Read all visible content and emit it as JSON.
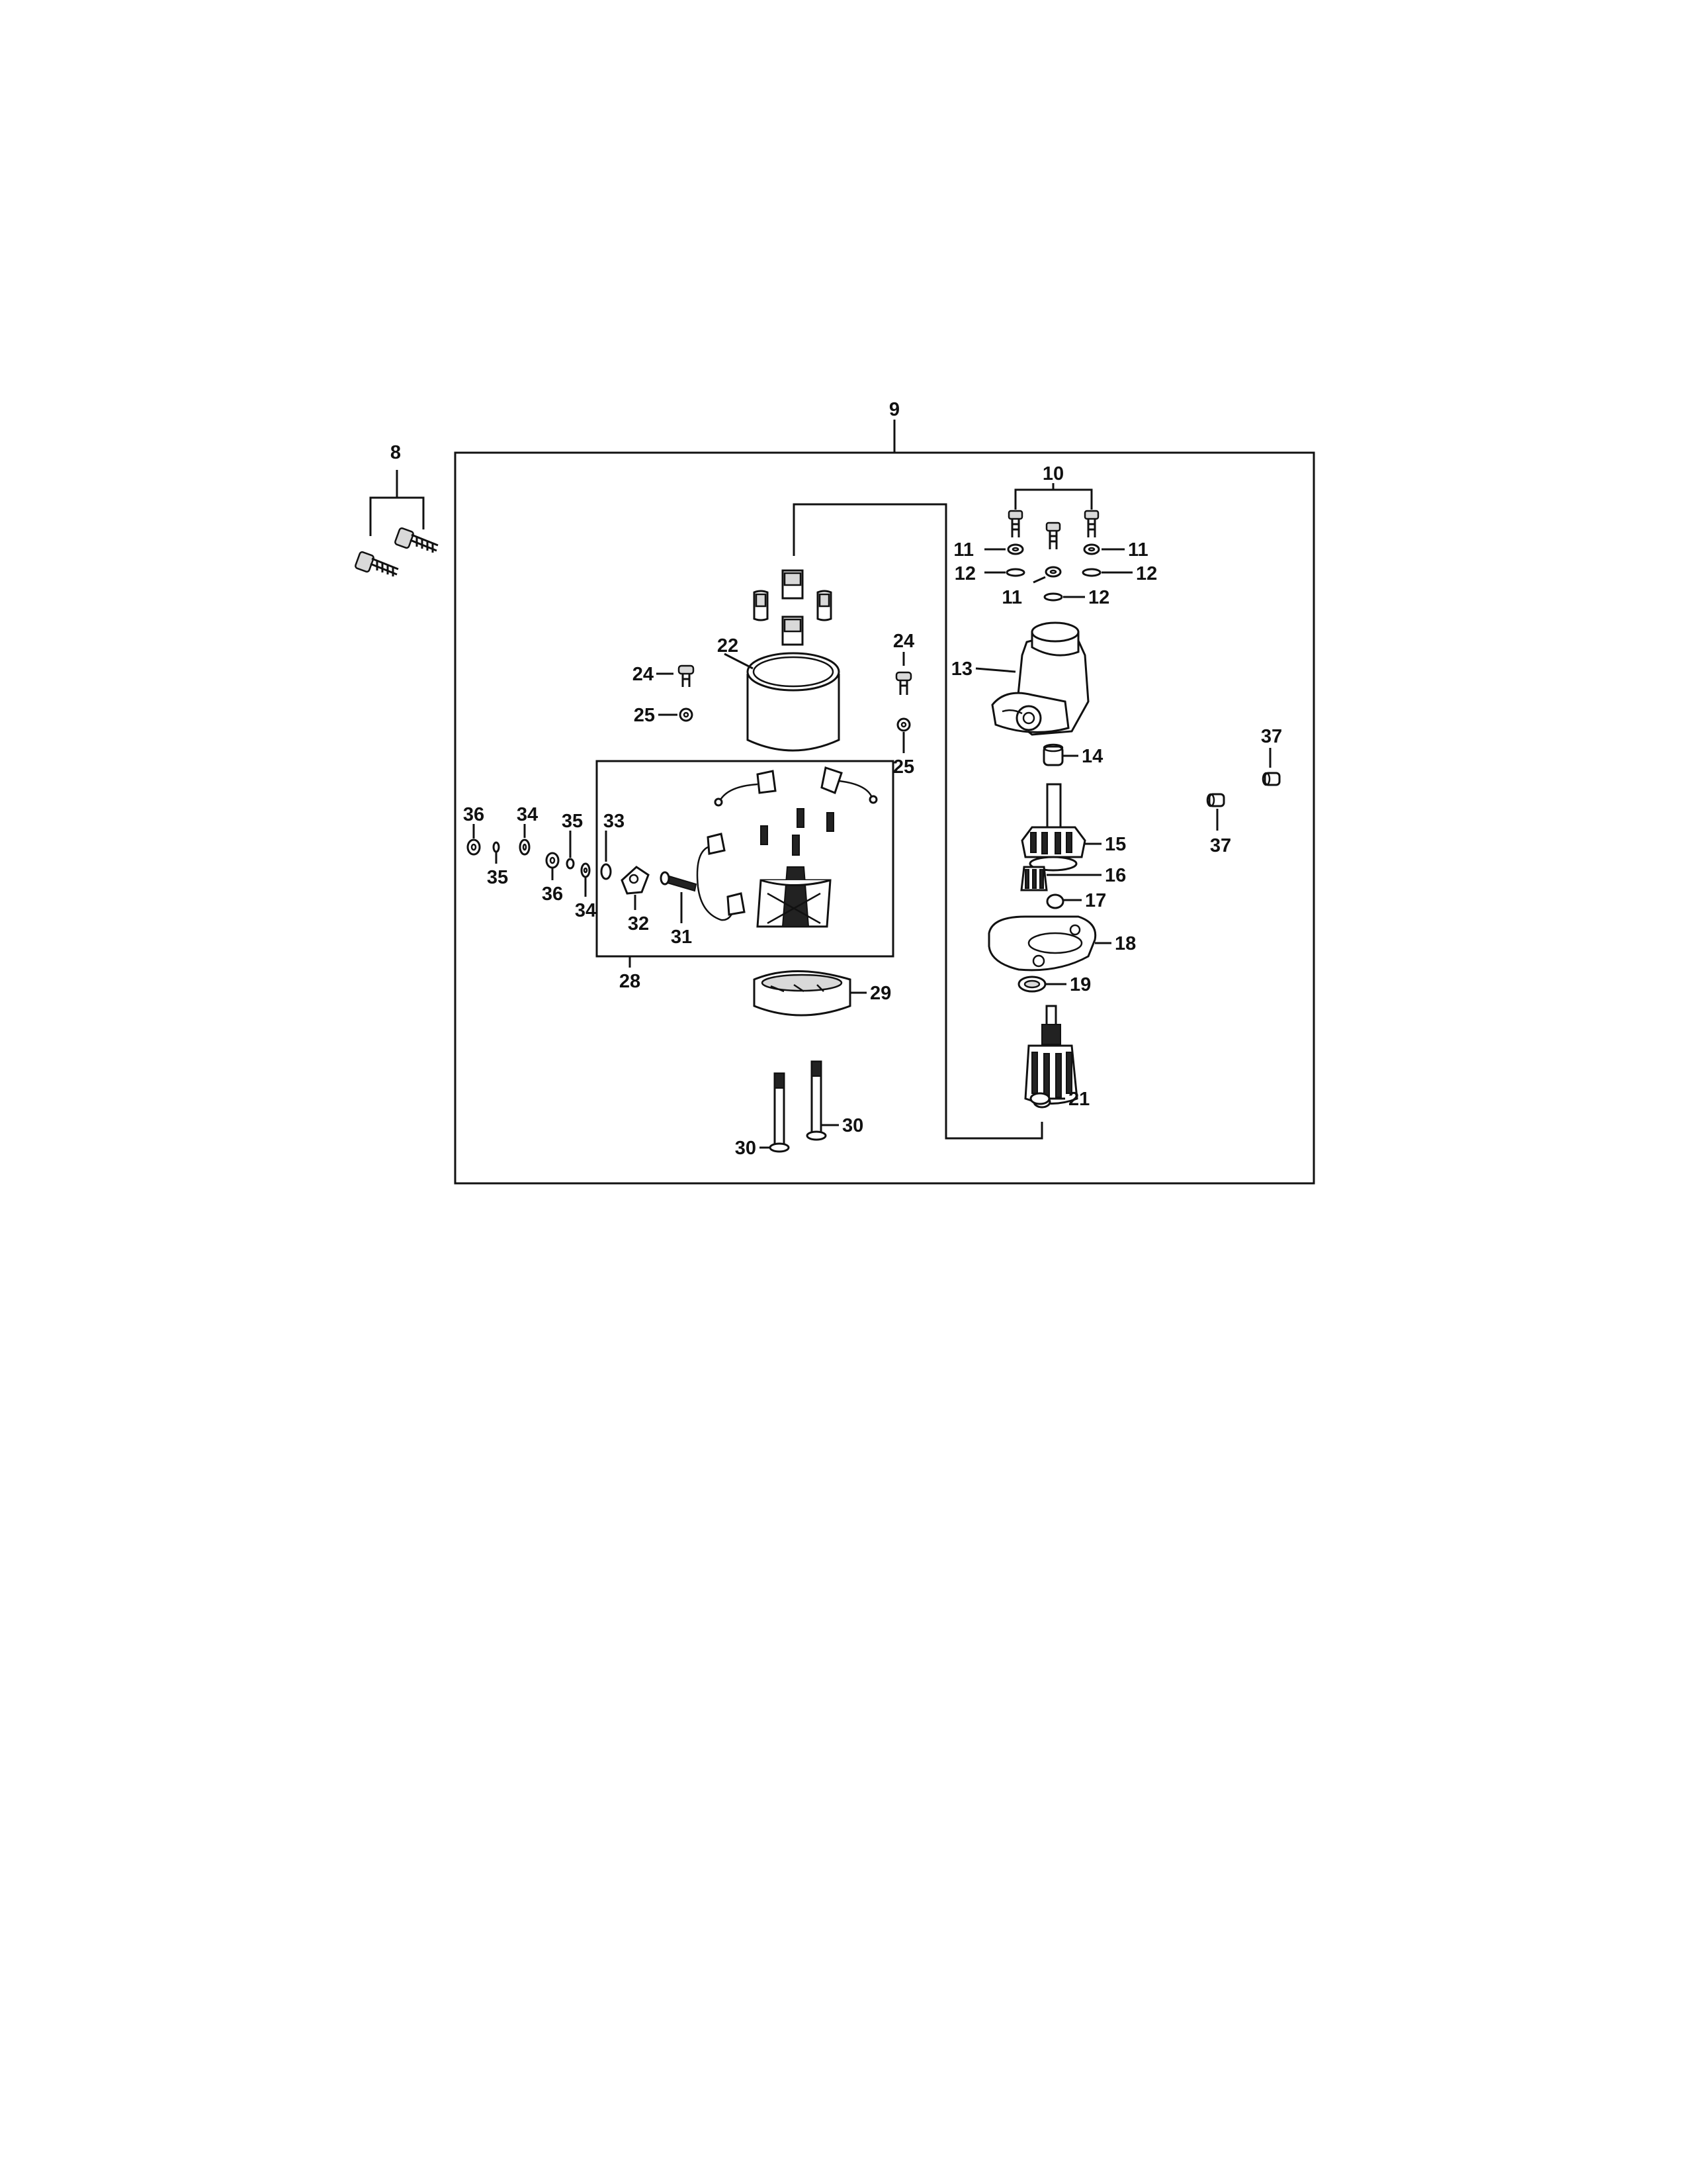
{
  "labels": {
    "l8": "8",
    "l9": "9",
    "l10": "10",
    "l11a": "11",
    "l11b": "11",
    "l11c": "11",
    "l12a": "12",
    "l12b": "12",
    "l12c": "12",
    "l13": "13",
    "l14": "14",
    "l15": "15",
    "l16": "16",
    "l17": "17",
    "l18": "18",
    "l19": "19",
    "l21": "21",
    "l22": "22",
    "l24a": "24",
    "l24b": "24",
    "l25a": "25",
    "l25b": "25",
    "l28": "28",
    "l29": "29",
    "l30a": "30",
    "l30b": "30",
    "l31": "31",
    "l32": "32",
    "l33": "33",
    "l34a": "34",
    "l34b": "34",
    "l35a": "35",
    "l35b": "35",
    "l36a": "36",
    "l36b": "36",
    "l37a": "37",
    "l37b": "37"
  },
  "colors": {
    "line": "#111111",
    "background": "#ffffff"
  }
}
